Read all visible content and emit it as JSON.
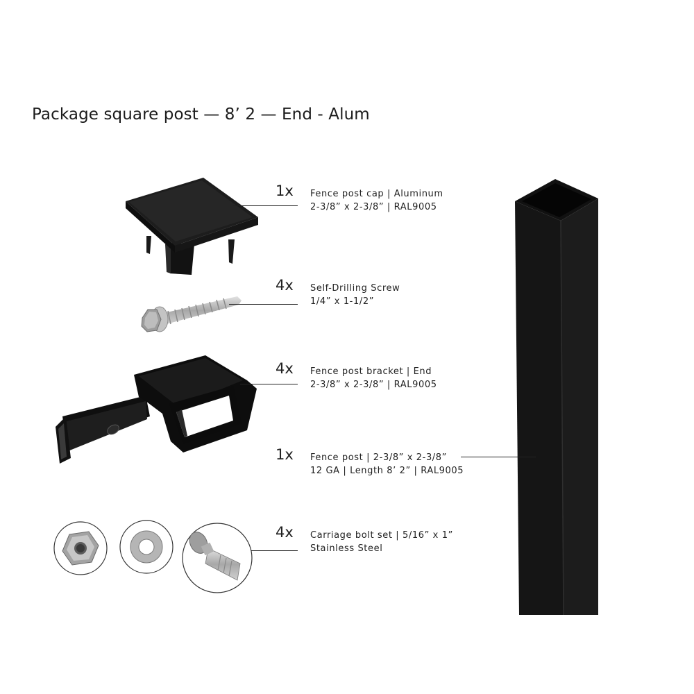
{
  "title": "Package square post — 8’ 2 — End - Alum",
  "items": [
    {
      "qty": "1x",
      "line1": "Fence post cap | Aluminum",
      "line2": "2-3/8” x 2-3/8” | RAL9005"
    },
    {
      "qty": "4x",
      "line1": "Self-Drilling Screw",
      "line2": "1/4” x 1-1/2”"
    },
    {
      "qty": "4x",
      "line1": "Fence post bracket | End",
      "line2": "2-3/8” x 2-3/8” | RAL9005"
    },
    {
      "qty": "1x",
      "line1": "Fence post | 2-3/8” x 2-3/8”",
      "line2": "12 GA | Length 8’ 2” | RAL9005"
    },
    {
      "qty": "4x",
      "line1": "Carriage bolt set | 5/16” x 1”",
      "line2": "Stainless Steel"
    }
  ],
  "colors": {
    "product_black": "#141414",
    "steel_gray": "#b8b8b8"
  }
}
